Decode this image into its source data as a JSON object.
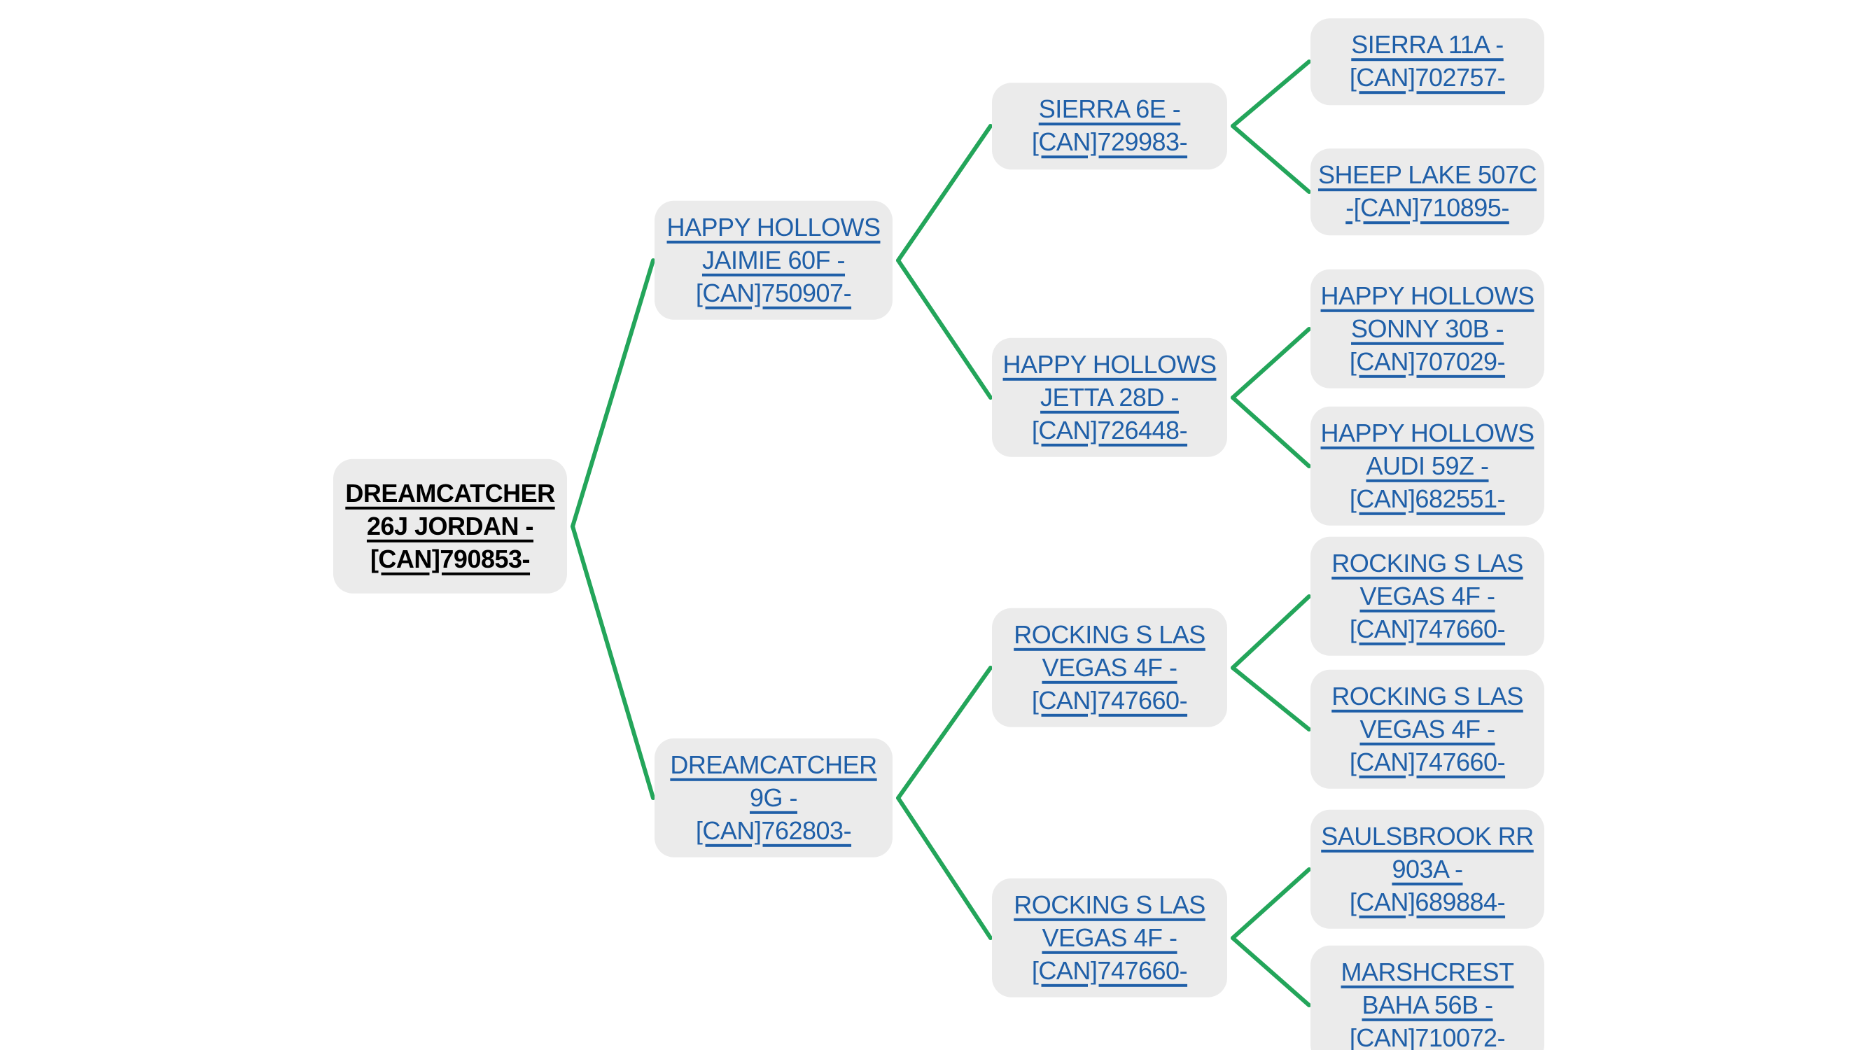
{
  "diagram": {
    "type": "pedigree-tree",
    "colors": {
      "background": "#ffffff",
      "node_fill": "#ebebeb",
      "link_text": "#1f5fa8",
      "root_text": "#000000",
      "edge_line": "#23a55a"
    },
    "nodes": [
      {
        "id": "dreamcatcher-26j-jordan",
        "label": "DREAMCATCHER\n26J JORDAN -\n[CAN]790853-",
        "generation": 1,
        "emphasis": true
      },
      {
        "id": "happy-hollows-jaimie-60f",
        "label": "HAPPY HOLLOWS\nJAIMIE 60F -\n[CAN]750907-",
        "generation": 2,
        "emphasis": false
      },
      {
        "id": "dreamcatcher-9g",
        "label": "DREAMCATCHER\n9G -\n[CAN]762803-",
        "generation": 2,
        "emphasis": false
      },
      {
        "id": "sierra-6e",
        "label": "SIERRA 6E -\n[CAN]729983-",
        "generation": 3,
        "emphasis": false
      },
      {
        "id": "happy-hollows-jetta-28d",
        "label": "HAPPY HOLLOWS\nJETTA 28D -\n[CAN]726448-",
        "generation": 3,
        "emphasis": false
      },
      {
        "id": "rocking-s-las-vegas-4f-g3a",
        "label": "ROCKING S LAS\nVEGAS 4F -\n[CAN]747660-",
        "generation": 3,
        "emphasis": false
      },
      {
        "id": "rocking-s-las-vegas-4f-g3b",
        "label": "ROCKING S LAS\nVEGAS 4F -\n[CAN]747660-",
        "generation": 3,
        "emphasis": false
      },
      {
        "id": "sierra-11a",
        "label": "SIERRA 11A -\n[CAN]702757-",
        "generation": 4,
        "emphasis": false
      },
      {
        "id": "sheep-lake-507c",
        "label": "SHEEP LAKE 507C\n-[CAN]710895-",
        "generation": 4,
        "emphasis": false
      },
      {
        "id": "happy-hollows-sonny-30b",
        "label": "HAPPY HOLLOWS\nSONNY 30B -\n[CAN]707029-",
        "generation": 4,
        "emphasis": false
      },
      {
        "id": "happy-hollows-audi-59z",
        "label": "HAPPY HOLLOWS\nAUDI 59Z -\n[CAN]682551-",
        "generation": 4,
        "emphasis": false
      },
      {
        "id": "rocking-s-las-vegas-4f-g4a",
        "label": "ROCKING S LAS\nVEGAS 4F -\n[CAN]747660-",
        "generation": 4,
        "emphasis": false
      },
      {
        "id": "rocking-s-las-vegas-4f-g4b",
        "label": "ROCKING S LAS\nVEGAS 4F -\n[CAN]747660-",
        "generation": 4,
        "emphasis": false
      },
      {
        "id": "saulsbrook-rr-903a",
        "label": "SAULSBROOK RR\n903A -\n[CAN]689884-",
        "generation": 4,
        "emphasis": false
      },
      {
        "id": "marshcrest-baha-56b",
        "label": "MARSHCREST\nBAHA 56B -\n[CAN]710072-",
        "generation": 4,
        "emphasis": false
      }
    ],
    "edges": [
      [
        "dreamcatcher-26j-jordan",
        "happy-hollows-jaimie-60f"
      ],
      [
        "dreamcatcher-26j-jordan",
        "dreamcatcher-9g"
      ],
      [
        "happy-hollows-jaimie-60f",
        "sierra-6e"
      ],
      [
        "happy-hollows-jaimie-60f",
        "happy-hollows-jetta-28d"
      ],
      [
        "dreamcatcher-9g",
        "rocking-s-las-vegas-4f-g3a"
      ],
      [
        "dreamcatcher-9g",
        "rocking-s-las-vegas-4f-g3b"
      ],
      [
        "sierra-6e",
        "sierra-11a"
      ],
      [
        "sierra-6e",
        "sheep-lake-507c"
      ],
      [
        "happy-hollows-jetta-28d",
        "happy-hollows-sonny-30b"
      ],
      [
        "happy-hollows-jetta-28d",
        "happy-hollows-audi-59z"
      ],
      [
        "rocking-s-las-vegas-4f-g3a",
        "rocking-s-las-vegas-4f-g4a"
      ],
      [
        "rocking-s-las-vegas-4f-g3a",
        "rocking-s-las-vegas-4f-g4b"
      ],
      [
        "rocking-s-las-vegas-4f-g3b",
        "saulsbrook-rr-903a"
      ],
      [
        "rocking-s-las-vegas-4f-g3b",
        "marshcrest-baha-56b"
      ]
    ]
  }
}
